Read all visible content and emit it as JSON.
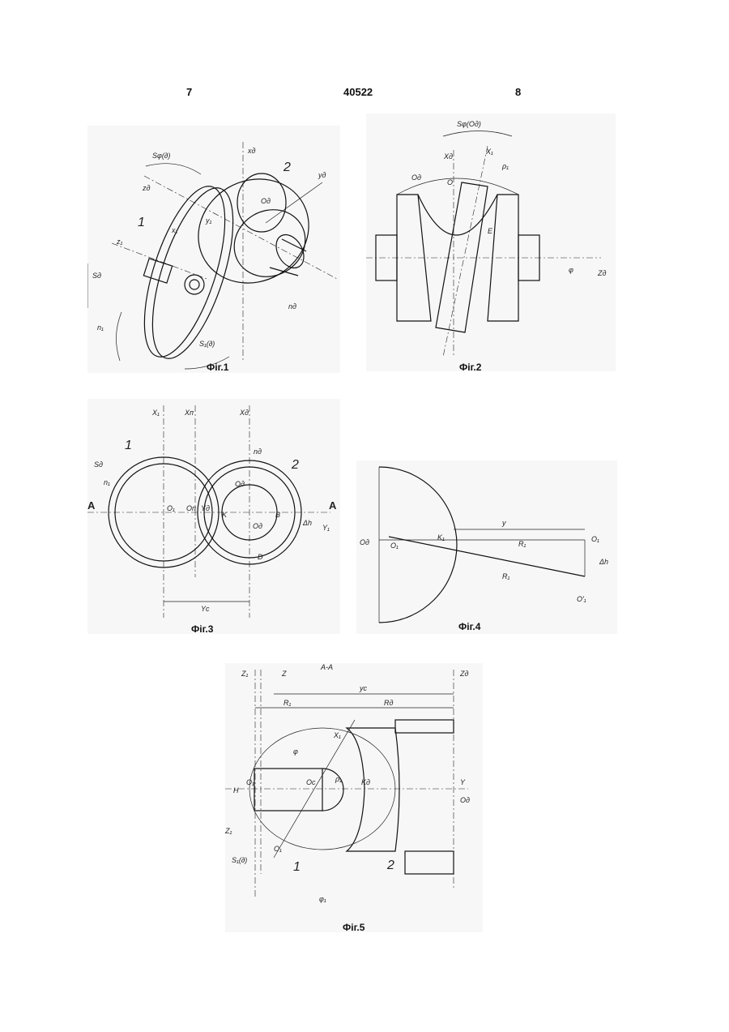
{
  "header": {
    "page_left": "7",
    "doc_number": "40522",
    "page_right": "8"
  },
  "figures": {
    "fig1": {
      "caption": "Фіг.1",
      "labels": {
        "sphi": "Sφ(∂)",
        "xd": "xд",
        "yd": "yд",
        "zd": "zд",
        "od": "Oд",
        "n1": "1",
        "n2": "2",
        "x1": "x₁",
        "y1": "y₁",
        "z1": "z₁",
        "sd": "Sд",
        "nd": "nд",
        "ni": "n₁",
        "s1": "S₁(∂)"
      }
    },
    "fig2": {
      "caption": "Фіг.2",
      "labels": {
        "sphi": "Sφ(Oд)",
        "xd": "Xд",
        "x1": "X₁",
        "od": "Oд",
        "o": "O",
        "rho": "ρ₁",
        "e": "E",
        "phi": "φ",
        "zd": "Zд"
      }
    },
    "fig3": {
      "caption": "Фіг.3",
      "labels": {
        "x1": "X₁",
        "xn": "Xп",
        "xd": "Xд",
        "sd": "Sд",
        "n1": "n₁",
        "nd": "nд",
        "one": "1",
        "two": "2",
        "a_left": "A",
        "a_right": "A",
        "o1": "O₁",
        "on": "Oп",
        "yd": "Yд",
        "od": "Oд",
        "k": "K",
        "b": "B",
        "od2": "Oд",
        "y1": "Y₁",
        "dh": "Δh",
        "d": "D",
        "yc": "Yс"
      }
    },
    "fig4": {
      "caption": "Фіг.4",
      "labels": {
        "od": "Oд",
        "o1": "O₁",
        "k1": "K₁",
        "y": "y",
        "r1a": "R₁",
        "r1b": "R₁",
        "o1r": "O₁",
        "dh": "Δh",
        "o1p": "O′₁"
      }
    },
    "fig5": {
      "caption": "Фіг.5",
      "labels": {
        "z1": "Z₁",
        "z": "Z",
        "aa": "A-A",
        "zd": "Zд",
        "yc": "yс",
        "r1": "R₁",
        "rd": "Rд",
        "x1": "X₁",
        "phi": "φ",
        "h": "H",
        "o1": "O₁",
        "oc": "Oс",
        "pk": "ρ₁",
        "y": "Y",
        "od": "Oд",
        "z1b": "Z₁",
        "o1b": "O₁",
        "s1": "S₁(∂)",
        "one": "1",
        "two": "2",
        "phi1": "φ₁",
        "kd": "Kд"
      }
    }
  }
}
